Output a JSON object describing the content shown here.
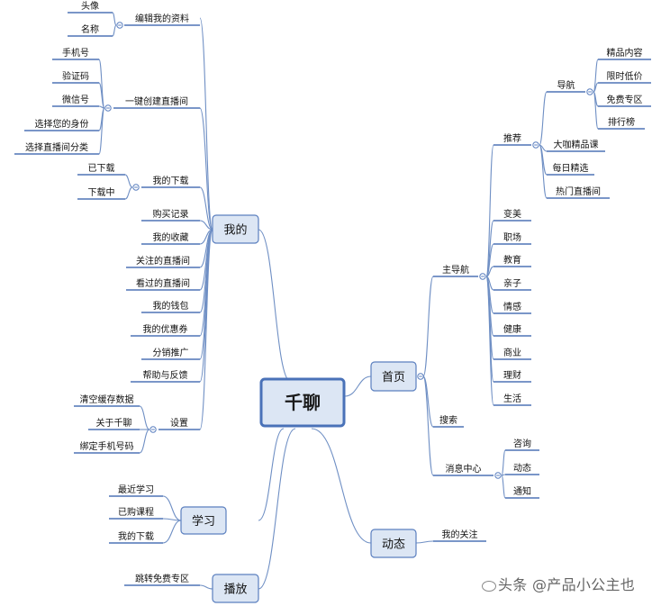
{
  "center": {
    "label": "千聊"
  },
  "branches": {
    "wode": {
      "label": "我的",
      "bianji": {
        "label": "编辑我的资料",
        "children": [
          "头像",
          "名称"
        ]
      },
      "yijian": {
        "label": "一键创建直播间",
        "children": [
          "手机号",
          "验证码",
          "微信号",
          "选择您的身份",
          "选择直播间分类"
        ]
      },
      "xiazai": {
        "label": "我的下载",
        "children": [
          "已下载",
          "下载中"
        ]
      },
      "items": [
        "购买记录",
        "我的收藏",
        "关注的直播间",
        "看过的直播间",
        "我的钱包",
        "我的优惠券",
        "分销推广",
        "帮助与反馈"
      ],
      "shezhi": {
        "label": "设置",
        "children": [
          "清空缓存数据",
          "关于千聊",
          "绑定手机号码"
        ]
      }
    },
    "xuexi": {
      "label": "学习",
      "children": [
        "最近学习",
        "已购课程",
        "我的下载"
      ]
    },
    "bofang": {
      "label": "播放",
      "children": [
        "跳转免费专区"
      ]
    },
    "shouye": {
      "label": "首页",
      "zhudaohang": {
        "label": "主导航",
        "tuijian": {
          "label": "推荐",
          "daohang": {
            "label": "导航",
            "children": [
              "精品内容",
              "限时低价",
              "免费专区",
              "排行榜"
            ]
          },
          "others": [
            "大咖精品课",
            "每日精选",
            "热门直播间"
          ]
        },
        "categories": [
          "变美",
          "职场",
          "教育",
          "亲子",
          "情感",
          "健康",
          "商业",
          "理财",
          "生活"
        ]
      },
      "sousuo": {
        "label": "搜索"
      },
      "xiaoxi": {
        "label": "消息中心",
        "children": [
          "咨询",
          "动态",
          "通知"
        ]
      }
    },
    "dongtai": {
      "label": "动态",
      "children": [
        "我的关注"
      ]
    }
  },
  "watermark": "头条 @产品小公主也",
  "colors": {
    "box_fill": "#dce6f4",
    "box_stroke": "#4a72b8",
    "line": "#6f8fc4",
    "underline": "#4f74b5"
  }
}
